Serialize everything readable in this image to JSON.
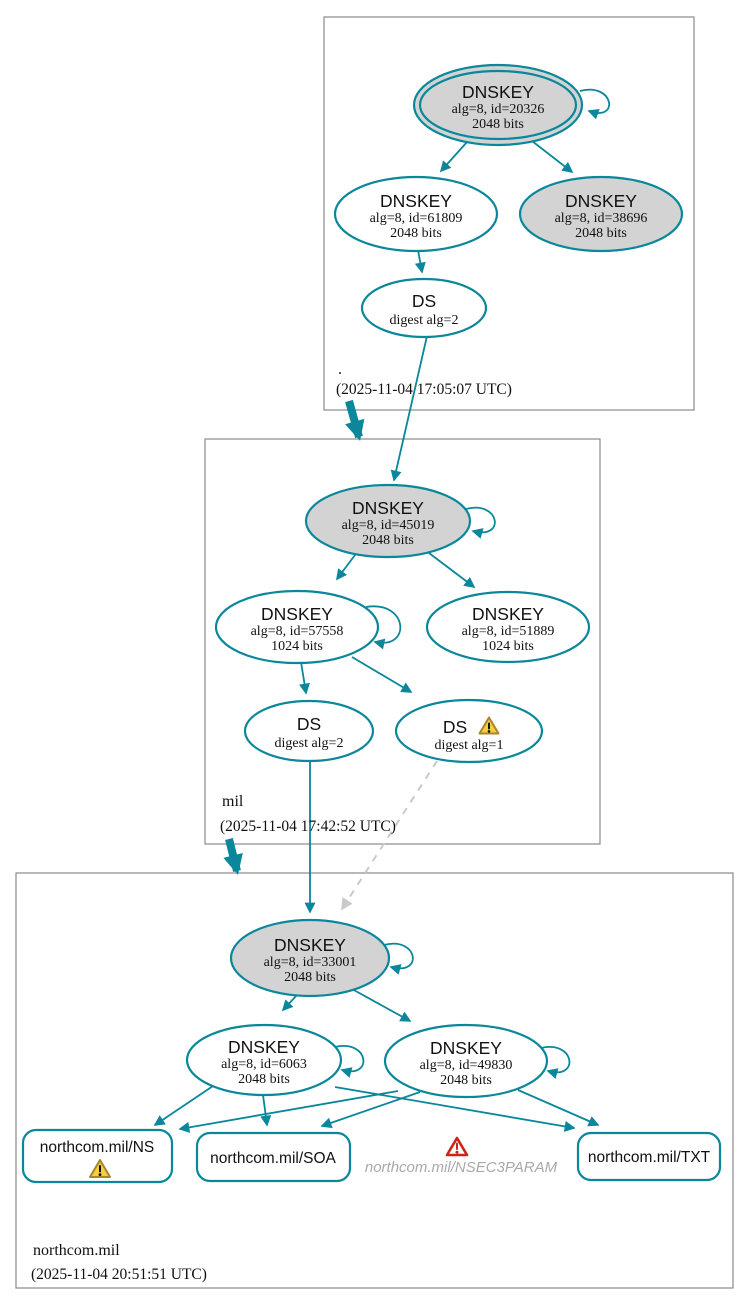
{
  "colors": {
    "edge": "#0a879a",
    "ksk_fill": "#d3d3d3",
    "box_border": "#8a8a8a",
    "insecure_edge": "#c9c9c9",
    "warning_fill": "#f7ce3e",
    "warning_border": "#a8862c",
    "error_color": "#c9271c"
  },
  "zones": [
    {
      "name": ".",
      "timestamp": "(2025-11-04 17:05:07 UTC)",
      "nodes": {
        "ksk": {
          "title": "DNSKEY",
          "detail1": "alg=8, id=20326",
          "detail2": "2048 bits"
        },
        "zsk": {
          "title": "DNSKEY",
          "detail1": "alg=8, id=61809",
          "detail2": "2048 bits"
        },
        "ksk_published": {
          "title": "DNSKEY",
          "detail1": "alg=8, id=38696",
          "detail2": "2048 bits"
        },
        "ds": {
          "title": "DS",
          "detail1": "digest alg=2"
        }
      }
    },
    {
      "name": "mil",
      "timestamp": "(2025-11-04 17:42:52 UTC)",
      "nodes": {
        "ksk": {
          "title": "DNSKEY",
          "detail1": "alg=8, id=45019",
          "detail2": "2048 bits"
        },
        "zsk1": {
          "title": "DNSKEY",
          "detail1": "alg=8, id=57558",
          "detail2": "1024 bits"
        },
        "zsk2": {
          "title": "DNSKEY",
          "detail1": "alg=8, id=51889",
          "detail2": "1024 bits"
        },
        "ds_sha256": {
          "title": "DS",
          "detail1": "digest alg=2"
        },
        "ds_sha1": {
          "title": "DS",
          "detail1": "digest alg=1"
        }
      }
    },
    {
      "name": "northcom.mil",
      "timestamp": "(2025-11-04 20:51:51 UTC)",
      "nodes": {
        "ksk": {
          "title": "DNSKEY",
          "detail1": "alg=8, id=33001",
          "detail2": "2048 bits"
        },
        "zsk1": {
          "title": "DNSKEY",
          "detail1": "alg=8, id=6063",
          "detail2": "2048 bits"
        },
        "zsk2": {
          "title": "DNSKEY",
          "detail1": "alg=8, id=49830",
          "detail2": "2048 bits"
        },
        "rrset_ns": {
          "label": "northcom.mil/NS"
        },
        "rrset_soa": {
          "label": "northcom.mil/SOA"
        },
        "rrset_nsec3param": {
          "label": "northcom.mil/NSEC3PARAM"
        },
        "rrset_txt": {
          "label": "northcom.mil/TXT"
        }
      }
    }
  ]
}
